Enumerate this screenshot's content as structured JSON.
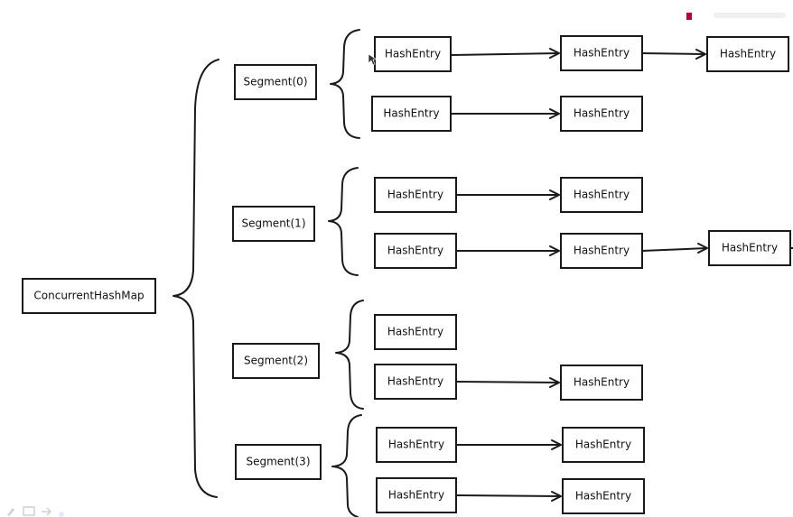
{
  "root": {
    "label": "ConcurrentHashMap"
  },
  "segments": [
    {
      "label": "Segment(0)",
      "chains": [
        [
          "HashEntry",
          "HashEntry",
          "HashEntry"
        ],
        [
          "HashEntry",
          "HashEntry"
        ]
      ]
    },
    {
      "label": "Segment(1)",
      "chains": [
        [
          "HashEntry",
          "HashEntry"
        ],
        [
          "HashEntry",
          "HashEntry",
          "HashEntry"
        ]
      ]
    },
    {
      "label": "Segment(2)",
      "chains": [
        [
          "HashEntry"
        ],
        [
          "HashEntry",
          "HashEntry"
        ]
      ]
    },
    {
      "label": "Segment(3)",
      "chains": [
        [
          "HashEntry",
          "HashEntry"
        ],
        [
          "HashEntry",
          "HashEntry"
        ]
      ]
    }
  ],
  "colors": {
    "stroke": "#1a1a1a",
    "background": "#ffffff"
  }
}
